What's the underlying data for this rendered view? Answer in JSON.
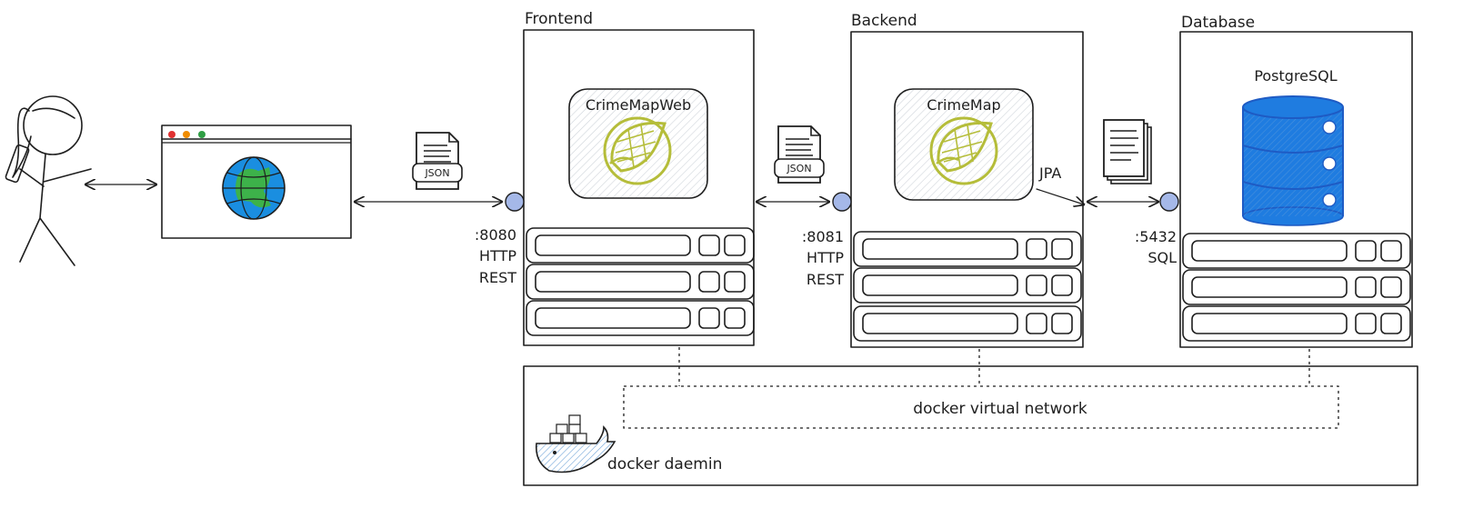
{
  "tiers": {
    "frontend": {
      "title": "Frontend",
      "app": "CrimeMapWeb",
      "port": ":8080",
      "protocol": "HTTP",
      "style": "REST"
    },
    "backend": {
      "title": "Backend",
      "app": "CrimeMap",
      "port": ":8081",
      "protocol": "HTTP",
      "style": "REST",
      "link_label": "JPA"
    },
    "database": {
      "title": "Database",
      "app": "PostgreSQL",
      "port": ":5432",
      "protocol": "SQL"
    }
  },
  "payloads": {
    "json_1": "JSON",
    "json_2": "JSON"
  },
  "docker": {
    "network": "docker virtual network",
    "daemon": "docker daemin"
  },
  "colors": {
    "spring_leaf": "#b5bd3a",
    "db_blue": "#1f7ce0",
    "globe_blue": "#1a8ee0",
    "globe_green": "#3db24a",
    "port_dot": "#a5b8e8",
    "hatch_gray": "#cfd4da",
    "docker_blue": "#4fa9e6"
  }
}
